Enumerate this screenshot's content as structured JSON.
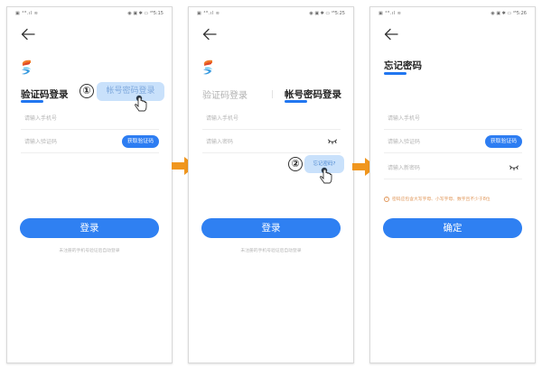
{
  "colors": {
    "primary": "#2f80f2",
    "highlight": "#c9e1fb",
    "arrow": "#f0961e",
    "warning": "#e0975a",
    "placeholder": "#b5b5b5"
  },
  "screens": [
    {
      "status_bar": {
        "left": "▣ ⁴ᴳ.ıl ≋",
        "right": "◉ ▣ ✱ ▭ ⁴⁵5:15"
      },
      "tabs": [
        {
          "label": "验证码登录",
          "active": true
        },
        {
          "label": "帐号密码登录",
          "active": false
        }
      ],
      "fields": [
        {
          "placeholder": "请输入手机号"
        },
        {
          "placeholder": "请输入验证码",
          "button": "获取验证码"
        }
      ],
      "primary_button": "登录",
      "footer_hint": "未注册的手机号验证后自动登录",
      "annotation": {
        "step": "①",
        "highlight_label": "帐号密码登录"
      }
    },
    {
      "status_bar": {
        "left": "▣ ⁴ᴳ.ıl ≋",
        "right": "◉ ▣ ✱ ▭ ⁴⁵5:25"
      },
      "tabs": [
        {
          "label": "验证码登录",
          "active": false
        },
        {
          "label": "帐号密码登录",
          "active": true
        }
      ],
      "fields": [
        {
          "placeholder": "请输入手机号"
        },
        {
          "placeholder": "请输入密码",
          "icon": "eye-closed"
        }
      ],
      "forgot_link": "忘记密码?",
      "primary_button": "登录",
      "footer_hint": "未注册的手机号验证后自动登录",
      "annotation": {
        "step": "②",
        "highlight_label": "忘记密码?"
      }
    },
    {
      "status_bar": {
        "left": "▣ ⁴ᴳ.ıl ≋",
        "right": "◉ ▣ ✱ ▭ ⁴⁵5:26"
      },
      "title": "忘记密码",
      "fields": [
        {
          "placeholder": "请输入手机号"
        },
        {
          "placeholder": "请输入验证码",
          "button": "获取验证码"
        },
        {
          "placeholder": "请输入新密码",
          "icon": "eye-closed"
        }
      ],
      "warning": "密码应包含大写字母、小写字母、数字且不少于8位",
      "primary_button": "确定"
    }
  ]
}
